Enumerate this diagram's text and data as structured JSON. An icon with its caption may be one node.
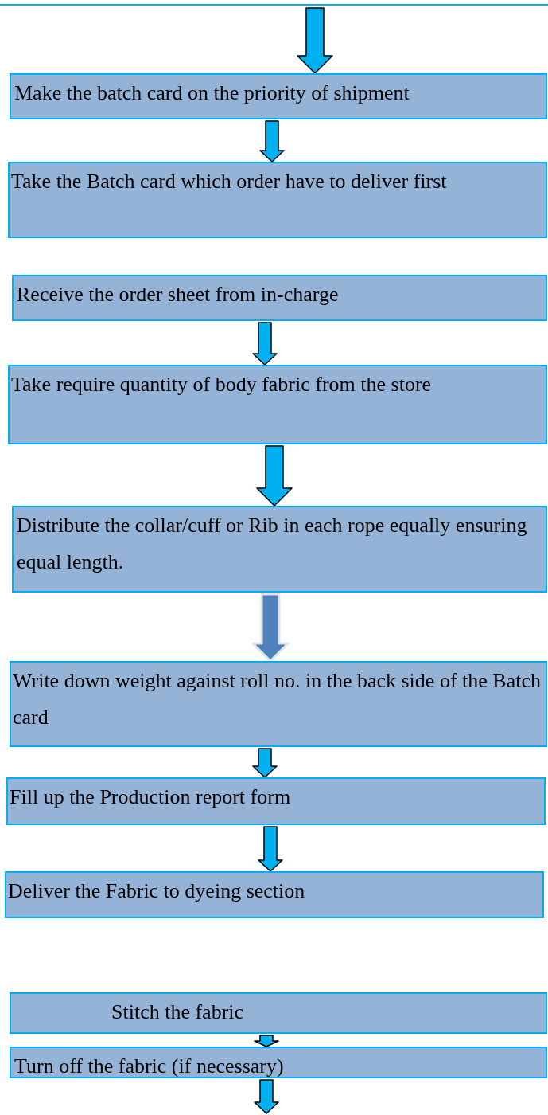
{
  "diagram": {
    "nodes": [
      {
        "text": [
          "Make the batch card on the priority of shipment"
        ]
      },
      {
        "text": [
          "Take the Batch card which order have to deliver first"
        ]
      },
      {
        "text": [
          "Receive the order sheet from in-charge"
        ]
      },
      {
        "text": [
          "Take require quantity of body fabric from the store"
        ]
      },
      {
        "text": [
          "Distribute the collar/cuff or Rib in each rope equally ensuring equal length."
        ]
      },
      {
        "text": [
          "Write down weight against roll no. in the back side of the Batch card"
        ]
      },
      {
        "text": [
          "Fill up the Production report form"
        ]
      },
      {
        "text": [
          "Deliver the Fabric to dyeing section"
        ]
      },
      {
        "text": [
          "Stitch the fabric"
        ]
      },
      {
        "text": [
          "Turn off the fabric (if necessary)"
        ]
      }
    ],
    "edges": [
      {
        "from": null,
        "to": 0,
        "arrow": "to"
      },
      {
        "from": 0,
        "to": 1,
        "arrow": "to"
      },
      {
        "from": 2,
        "to": 3,
        "arrow": "to"
      },
      {
        "from": 3,
        "to": 4,
        "arrow": "to"
      },
      {
        "from": 4,
        "to": 5,
        "arrow": "to",
        "color": "#4f81bd"
      },
      {
        "from": 5,
        "to": 6,
        "arrow": "to"
      },
      {
        "from": 6,
        "to": 7,
        "arrow": "to"
      },
      {
        "from": 8,
        "to": 9,
        "arrow": "to"
      },
      {
        "from": 9,
        "to": null,
        "arrow": "to"
      }
    ]
  }
}
